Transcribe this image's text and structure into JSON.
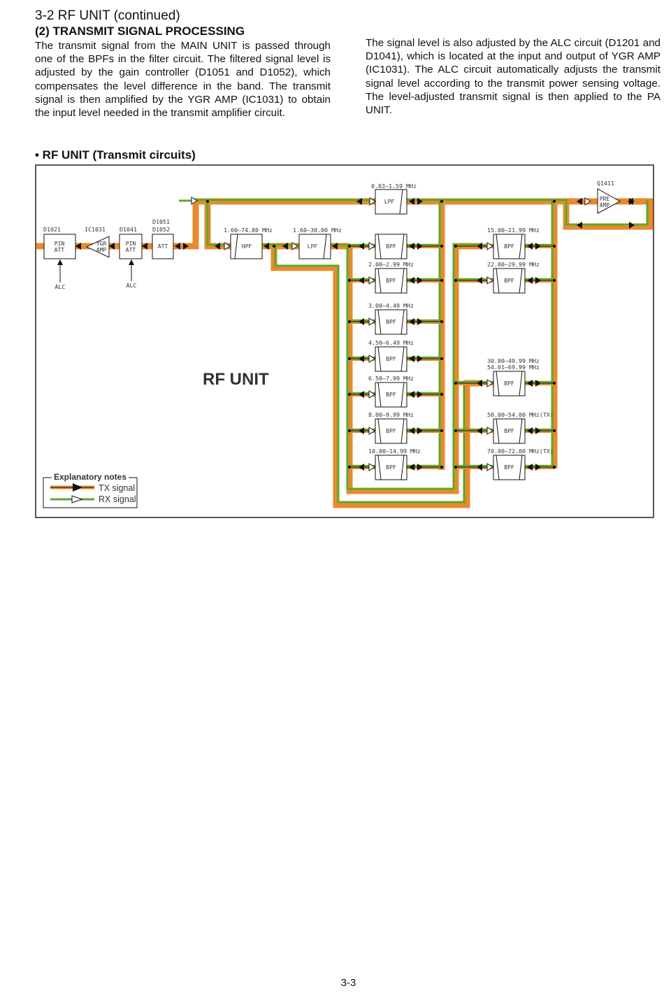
{
  "header": {
    "section_title": "3-2 RF UNIT (continued)",
    "subsection_title": "(2) TRANSMIT SIGNAL PROCESSING"
  },
  "body": {
    "left_paragraph": "The transmit signal from the MAIN UNIT is passed through one of the BPFs in the filter circuit. The filtered signal level is adjusted by the gain controller (D1051 and D1052), which compensates the level difference in the band. The transmit signal is then amplified by the YGR AMP (IC1031) to obtain the input level needed in the transmit amplifier circuit.",
    "right_paragraph": "The signal level is also adjusted by the ALC circuit (D1201 and D1041), which is located at the input and output of YGR AMP (IC1031). The ALC circuit automatically adjusts the transmit signal level according to the transmit power sensing voltage. The level-adjusted transmit signal is then applied to the PA UNIT."
  },
  "figure": {
    "title": "• RF UNIT (Transmit circuits)",
    "unit_label": "RF UNIT",
    "blocks": {
      "d1021": {
        "ref": "D1021",
        "line1": "PIN",
        "line2": "ATT"
      },
      "ic1031": {
        "ref": "IC1031",
        "line1": "YGR",
        "line2": "AMP"
      },
      "d1041": {
        "ref": "D1041",
        "line1": "PIN",
        "line2": "ATT"
      },
      "att": {
        "ref1": "D1051",
        "ref2": "D1052",
        "label": "ATT"
      },
      "hpf": {
        "freq": "1.60–74.80 MHz",
        "label": "HPF"
      },
      "lpf_main": {
        "freq": "1.60–30.00 MHz",
        "label": "LPF"
      },
      "lpf_top": {
        "freq": "0.03–1.59 MHz",
        "label": "LPF"
      },
      "pre_amp": {
        "ref": "Q1411",
        "line1": "PRE",
        "line2": "AMP"
      }
    },
    "alc_left": "ALC",
    "alc_right": "ALC",
    "bpf_label": "BPF",
    "bpf_left": [
      {
        "freq": "",
        "label": "BPF"
      },
      {
        "freq": "2.00–2.99 MHz",
        "label": "BPF"
      },
      {
        "freq": "3.00–4.49 MHz",
        "label": "BPF"
      },
      {
        "freq": "4.50–6.49 MHz",
        "label": "BPF"
      },
      {
        "freq": "6.50–7.99 MHz",
        "label": "BPF"
      },
      {
        "freq": "8.00–9.99 MHz",
        "label": "BPF"
      },
      {
        "freq": "10.00–14.99 MHz",
        "label": "BPF"
      }
    ],
    "bpf_right": [
      {
        "freq": "15.00–21.99 MHz",
        "freq2": "",
        "label": "BPF"
      },
      {
        "freq": "22.00–29.99 MHz",
        "freq2": "",
        "label": "BPF"
      },
      {
        "freq": "30.00–49.99 MHz",
        "freq2": "54.01–69.99 MHz",
        "label": "BPF"
      },
      {
        "freq": "50.00–54.00 MHz(TX)",
        "freq2": "",
        "label": "BPF"
      },
      {
        "freq": "70.00–72.00 MHz(TX)",
        "freq2": "",
        "label": "BPF"
      }
    ],
    "legend": {
      "title": "Explanatory notes",
      "tx": "TX signal",
      "rx": "RX signal"
    },
    "colors": {
      "tx": "#e88a2e",
      "rx": "#5aaa28",
      "wire": "#111111"
    }
  },
  "footer": {
    "page_number": "3-3"
  }
}
